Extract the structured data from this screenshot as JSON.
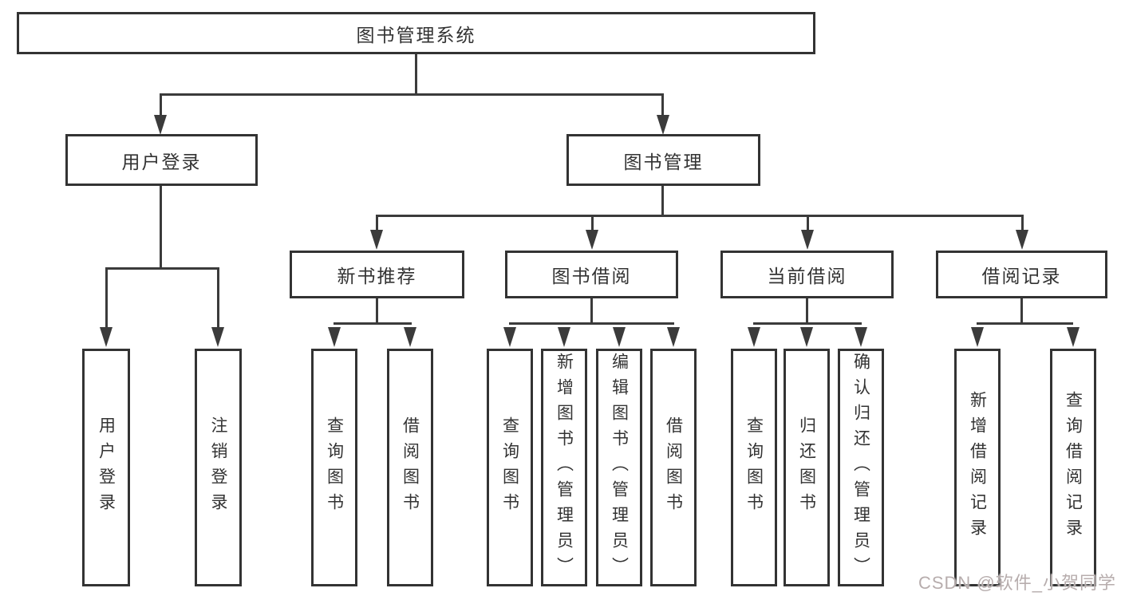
{
  "diagram_title": "图书管理系统",
  "tree": {
    "root": {
      "label": "图书管理系统"
    },
    "level2": [
      {
        "label": "用户登录"
      },
      {
        "label": "图书管理"
      }
    ],
    "user_login_children": [
      {
        "label": "用户登录"
      },
      {
        "label": "注销登录"
      }
    ],
    "modules": [
      {
        "label": "新书推荐",
        "children": [
          {
            "label": "查询图书"
          },
          {
            "label": "借阅图书"
          }
        ]
      },
      {
        "label": "图书借阅",
        "children": [
          {
            "label": "查询图书"
          },
          {
            "label": "新增图书（管理员）"
          },
          {
            "label": "编辑图书（管理员）"
          },
          {
            "label": "借阅图书"
          }
        ]
      },
      {
        "label": "当前借阅",
        "children": [
          {
            "label": "查询图书"
          },
          {
            "label": "归还图书"
          },
          {
            "label": "确认归还（管理员）"
          }
        ]
      },
      {
        "label": "借阅记录",
        "children": [
          {
            "label": "新增借阅记录"
          },
          {
            "label": "查询借阅记录"
          }
        ]
      }
    ]
  },
  "watermark": {
    "text": "CSDN @软件_小贺同学",
    "color": "#b7adad"
  },
  "colors": {
    "line": "#3b3b3b",
    "box_border": "#333333",
    "text": "#333333",
    "background": "#ffffff"
  }
}
